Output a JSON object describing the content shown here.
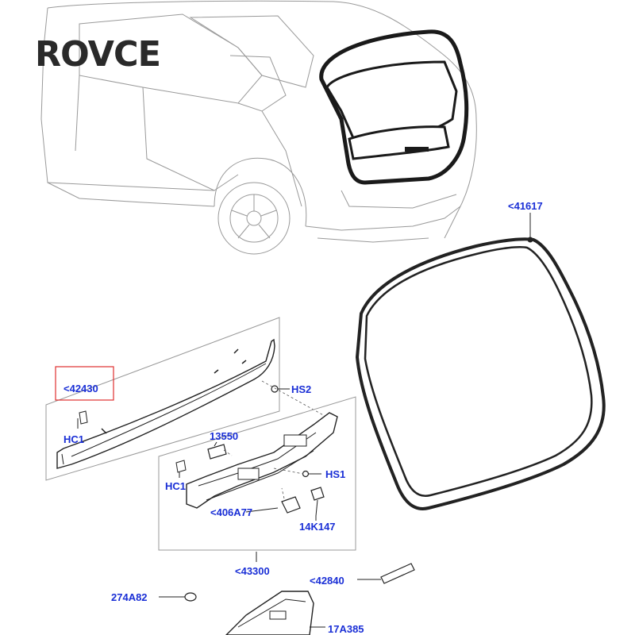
{
  "watermark": {
    "text": "ROVCE"
  },
  "colors": {
    "label": "#1a2fd6",
    "callout_box": "#e03030",
    "seal": "#2a2a2a"
  },
  "labels": {
    "p41617": "<41617",
    "p42430": "<42430",
    "hs2": "HS2",
    "hc1_top": "HC1",
    "p13550": "13550",
    "hc1_bottom": "HC1",
    "hs1": "HS1",
    "p406a77": "<406A77",
    "p14k147": "14K147",
    "p43300": "<43300",
    "p42840": "<42840",
    "p274a82": "274A82",
    "p17a385": "17A385"
  }
}
